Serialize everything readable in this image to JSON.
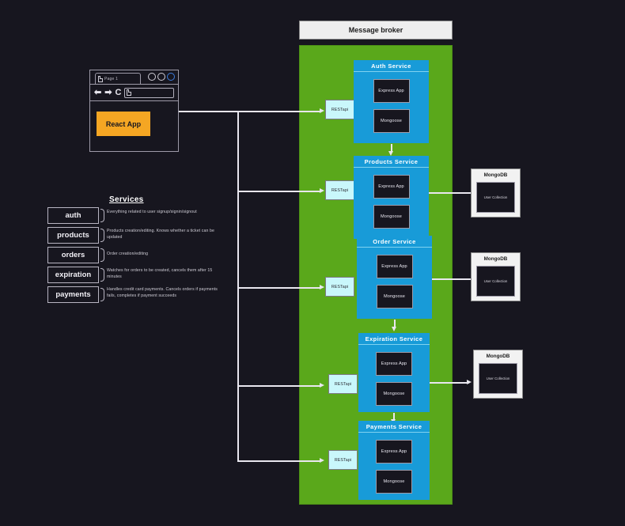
{
  "background_color": "#17161f",
  "browser": {
    "tab_label": "Page 1",
    "tab_icon": "page-icon",
    "back_icon": "⬅",
    "forward_icon": "➡",
    "reload_icon": "C",
    "url_value": "",
    "url_icon": "page-icon",
    "window_dots": [
      "minimize-dot",
      "maximize-dot",
      "close-dot"
    ],
    "accent_dot_color": "#3d7ddd",
    "app_button_label": "React App",
    "app_button_color": "#f5a623"
  },
  "services_legend": {
    "title": "Services",
    "items": [
      {
        "name": "auth",
        "description": "Everything related to user signup/signin/signout"
      },
      {
        "name": "products",
        "description": "Products creation/editing.  Knows whether a ticket can be updated"
      },
      {
        "name": "orders",
        "description": "Order creation/editing"
      },
      {
        "name": "expiration",
        "description": "Watches for orders to be created, cancels them after 15 minutes"
      },
      {
        "name": "payments",
        "description": "Handles credit card payments.  Cancels orders if payments fails, completes if payment succeeds"
      }
    ]
  },
  "message_broker": {
    "label": "Message broker",
    "color": "#eeeeee"
  },
  "green_pane": {
    "color": "#5aa81b"
  },
  "services": [
    {
      "title": "Auth  Service",
      "express": "Express App",
      "mongoose": "Mongoose",
      "restapi": "RESTapi"
    },
    {
      "title": "Products  Service",
      "express": "Express App",
      "mongoose": "Mongoose",
      "restapi": "RESTapi"
    },
    {
      "title": "Order Service",
      "express": "Express App",
      "mongoose": "Mongoose",
      "restapi": "RESTapi"
    },
    {
      "title": "Expiration  Service",
      "express": "Express App",
      "mongoose": "Mongoose",
      "restapi": "RESTapi"
    },
    {
      "title": "Payments  Service",
      "express": "Express App",
      "mongoose": "Mongoose",
      "restapi": "RESTapi"
    }
  ],
  "databases": [
    {
      "title": "MongoDB",
      "collection": "User Collection"
    },
    {
      "title": "MongoDB",
      "collection": "User Collection"
    },
    {
      "title": "MongoDB",
      "collection": "User Collection"
    }
  ],
  "colors": {
    "service_blue": "#189bd8",
    "restapi_cyan": "#c9f7fb",
    "dark_box": "#17161f",
    "line": "#e9e7ef"
  }
}
